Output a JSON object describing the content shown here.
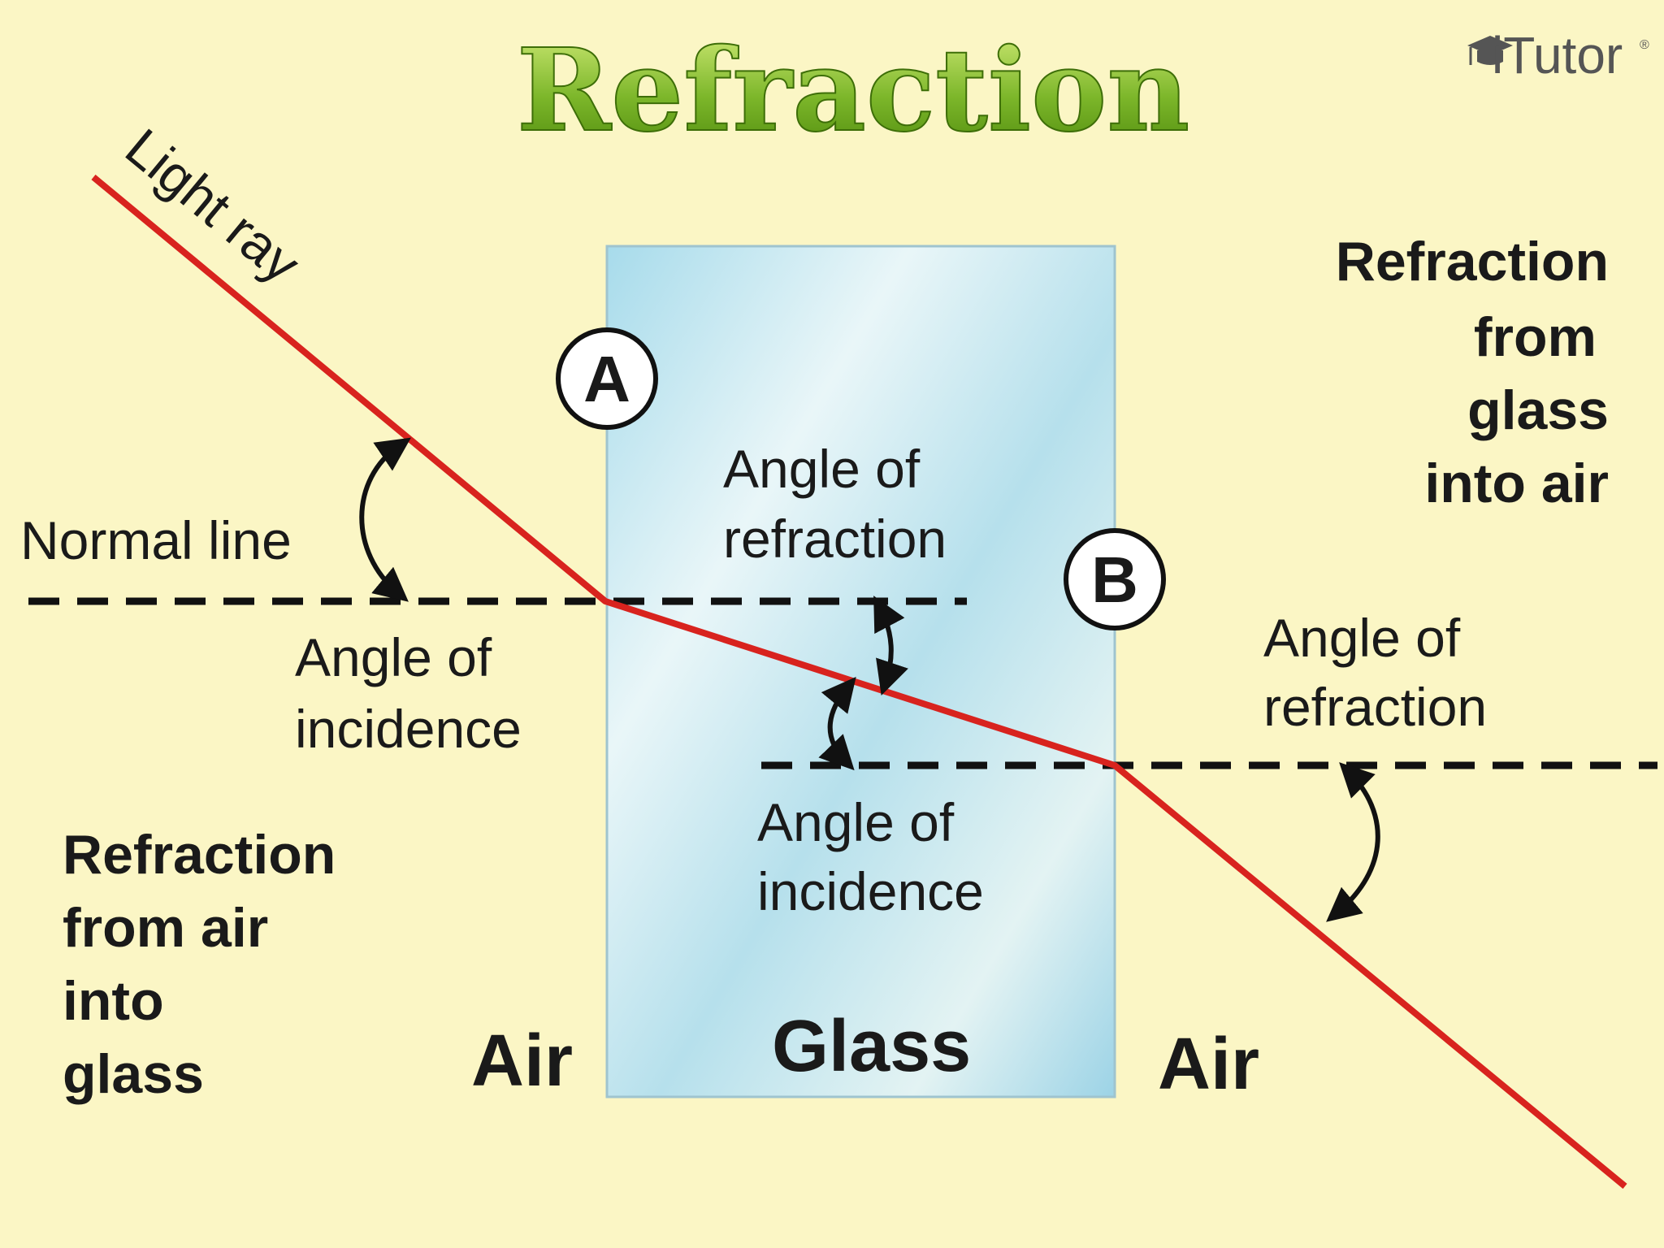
{
  "title": "Refraction",
  "brand": {
    "logo_text": "iTutor",
    "registered_mark": "®"
  },
  "labels": {
    "light_ray": "Light ray",
    "normal_line": "Normal line",
    "point_a": "A",
    "point_b": "B",
    "angle_incidence_outer_line1": "Angle of",
    "angle_incidence_outer_line2": "incidence",
    "angle_refraction_inner_line1": "Angle of",
    "angle_refraction_inner_line2": "refraction",
    "angle_incidence_inner_line1": "Angle of",
    "angle_incidence_inner_line2": "incidence",
    "angle_refraction_outer_line1": "Angle of",
    "angle_refraction_outer_line2": "refraction",
    "refraction_air_to_glass": [
      "Refraction",
      "from air",
      "into",
      "glass"
    ],
    "refraction_glass_to_air": [
      "Refraction",
      "from",
      "glass",
      "into air"
    ],
    "medium_air_left": "Air",
    "medium_glass": "Glass",
    "medium_air_right": "Air"
  },
  "colors": {
    "background": "#FBF6C5",
    "light_ray": "#D8231E",
    "glass_tint": "#8CCFE3",
    "title_green_top": "#C7E66A",
    "title_green_bottom": "#4E8A0C",
    "normal_line": "#111111"
  }
}
